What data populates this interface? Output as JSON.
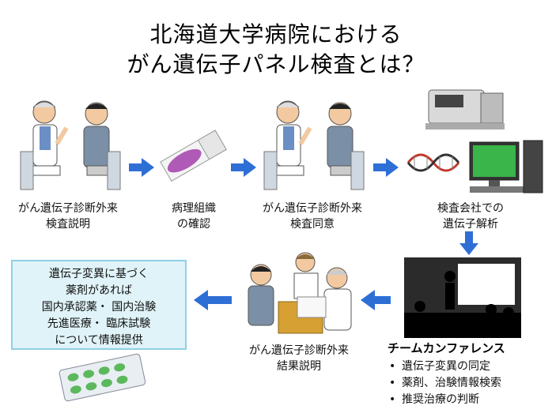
{
  "title": {
    "line1": "北海道大学病院における",
    "line2": "がん遺伝子パネル検査とは？"
  },
  "steps": [
    {
      "line1": "がん遺伝子診断外来",
      "line2": "検査説明"
    },
    {
      "line1": "病理組織",
      "line2": "の確認"
    },
    {
      "line1": "がん遺伝子診断外来",
      "line2": "検査同意"
    },
    {
      "line1": "検査会社での",
      "line2": "遺伝子解析"
    },
    {
      "line1": "がん遺伝子診断外来",
      "line2": "結果説明"
    }
  ],
  "info_box": {
    "lines": [
      "遺伝子変異に基づく",
      "薬剤があれば",
      "国内承認薬・ 国内治験",
      "先進医療・ 臨床試験",
      "について情報提供"
    ]
  },
  "conference": {
    "title": "チームカンファレンス",
    "items": [
      "遺伝子変異の同定",
      "薬剤、治験情報検索",
      "推奨治療の判断"
    ]
  },
  "colors": {
    "arrow": "#2e6fd6",
    "box_fill": "#dff3f8",
    "box_border": "#8fd0e6"
  }
}
